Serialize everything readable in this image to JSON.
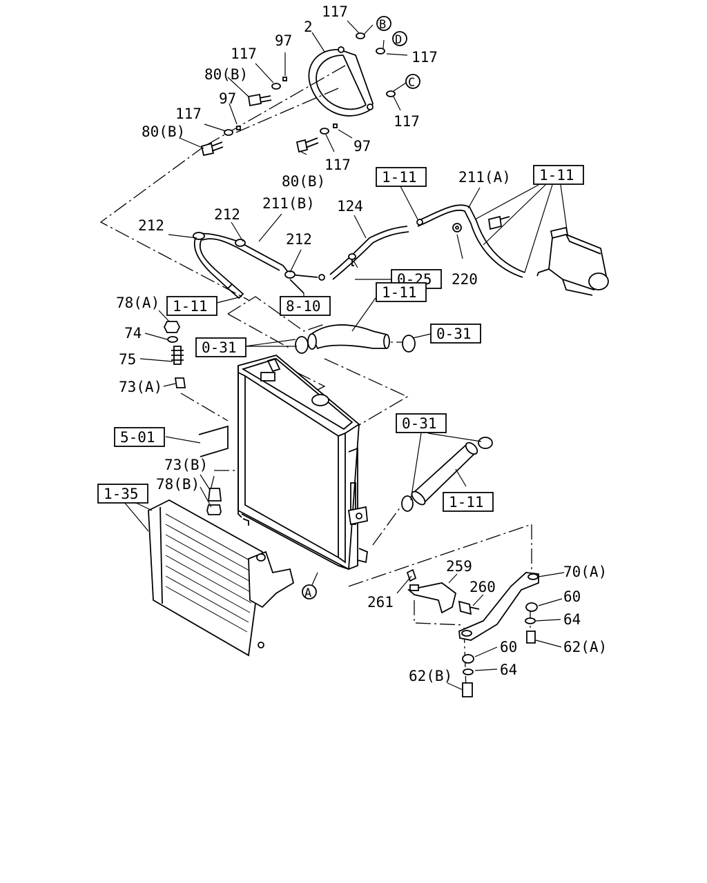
{
  "callouts": [
    {
      "id": "c117a",
      "text": "117"
    },
    {
      "id": "c2",
      "text": "2"
    },
    {
      "id": "c117b",
      "text": "117"
    },
    {
      "id": "c97a",
      "text": "97"
    },
    {
      "id": "c117c",
      "text": "117"
    },
    {
      "id": "c80ba",
      "text": "80(B)"
    },
    {
      "id": "c97b",
      "text": "97"
    },
    {
      "id": "c117d",
      "text": "117"
    },
    {
      "id": "c117e",
      "text": "117"
    },
    {
      "id": "c80bb",
      "text": "80(B)"
    },
    {
      "id": "c97c",
      "text": "97"
    },
    {
      "id": "c117f",
      "text": "117"
    },
    {
      "id": "c80bc",
      "text": "80(B)"
    },
    {
      "id": "c211a",
      "text": "211(A)"
    },
    {
      "id": "c212a",
      "text": "212"
    },
    {
      "id": "c211b",
      "text": "211(B)"
    },
    {
      "id": "c124",
      "text": "124"
    },
    {
      "id": "c212b",
      "text": "212"
    },
    {
      "id": "c212c",
      "text": "212"
    },
    {
      "id": "c220",
      "text": "220"
    },
    {
      "id": "c78a",
      "text": "78(A)"
    },
    {
      "id": "c74",
      "text": "74"
    },
    {
      "id": "c75",
      "text": "75"
    },
    {
      "id": "c73a",
      "text": "73(A)"
    },
    {
      "id": "c73b",
      "text": "73(B)"
    },
    {
      "id": "c78b",
      "text": "78(B)"
    },
    {
      "id": "c259",
      "text": "259"
    },
    {
      "id": "c70a",
      "text": "70(A)"
    },
    {
      "id": "c260",
      "text": "260"
    },
    {
      "id": "c261",
      "text": "261"
    },
    {
      "id": "c60a",
      "text": "60"
    },
    {
      "id": "c64a",
      "text": "64"
    },
    {
      "id": "c62a",
      "text": "62(A)"
    },
    {
      "id": "c60b",
      "text": "60"
    },
    {
      "id": "c64b",
      "text": "64"
    },
    {
      "id": "c62b",
      "text": "62(B)"
    }
  ],
  "refs": [
    {
      "id": "r111a",
      "text": "1-11"
    },
    {
      "id": "r111b",
      "text": "1-11"
    },
    {
      "id": "r025",
      "text": "0-25"
    },
    {
      "id": "r111c",
      "text": "1-11"
    },
    {
      "id": "r111d",
      "text": "1-11"
    },
    {
      "id": "r810",
      "text": "8-10"
    },
    {
      "id": "r031a",
      "text": "0-31"
    },
    {
      "id": "r031b",
      "text": "0-31"
    },
    {
      "id": "r501",
      "text": "5-01"
    },
    {
      "id": "r031c",
      "text": "0-31"
    },
    {
      "id": "r135",
      "text": "1-35"
    },
    {
      "id": "r111e",
      "text": "1-11"
    }
  ],
  "markers": [
    {
      "id": "mB",
      "text": "B"
    },
    {
      "id": "mD",
      "text": "D"
    },
    {
      "id": "mC",
      "text": "C"
    },
    {
      "id": "mA",
      "text": "A"
    }
  ]
}
